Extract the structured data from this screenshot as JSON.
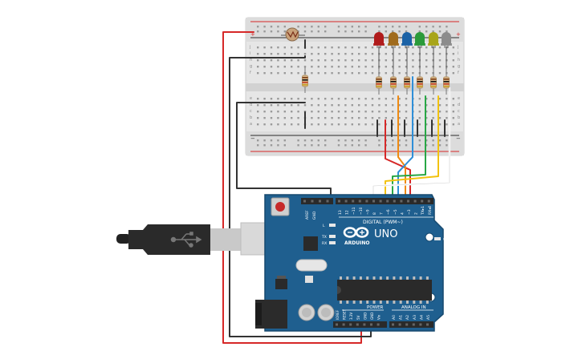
{
  "board": {
    "logo_text": "ARDUINO",
    "model": "UNO",
    "digital_header": "DIGITAL (PWM~)",
    "power_label": "POWER",
    "analog_label": "ANALOG IN",
    "on_label": "ON",
    "tx_label": "TX",
    "rx_label": "RX",
    "l_label": "L",
    "aref_label": "AREF",
    "gnd_label": "GND",
    "digital_pins": [
      "13",
      "12",
      "~11",
      "~10",
      "~9",
      "8",
      "7",
      "~6",
      "~5",
      "4",
      "~3",
      "2",
      "TX▸1",
      "RX◂0"
    ],
    "power_pins": [
      "IOREF",
      "RESET",
      "3.3V",
      "5V",
      "GND",
      "GND",
      "Vin"
    ],
    "analog_pins": [
      "A0",
      "A1",
      "A2",
      "A3",
      "A4",
      "A5"
    ]
  },
  "breadboard": {
    "row_letters_top": [
      "j",
      "i",
      "h",
      "g",
      "f"
    ],
    "row_letters_bottom": [
      "e",
      "d",
      "c",
      "b",
      "a"
    ],
    "rail_plus": "+",
    "rail_minus": "−"
  },
  "leds": [
    {
      "name": "red",
      "color": "#b01b1b"
    },
    {
      "name": "amber",
      "color": "#a06b1d"
    },
    {
      "name": "blue",
      "color": "#1b62a6"
    },
    {
      "name": "green",
      "color": "#2a9a3a"
    },
    {
      "name": "yellow",
      "color": "#a8a51a"
    },
    {
      "name": "gray",
      "color": "#8c8c8c"
    }
  ],
  "colors": {
    "board_blue": "#1f5f8f",
    "board_edge": "#16496f",
    "wire_red": "#d62828",
    "wire_black": "#333333",
    "wire_orange": "#ef8a11",
    "wire_yellow": "#f2c20f",
    "wire_green": "#28a745",
    "wire_blue": "#2f8fd8",
    "wire_white": "#ffffff"
  }
}
